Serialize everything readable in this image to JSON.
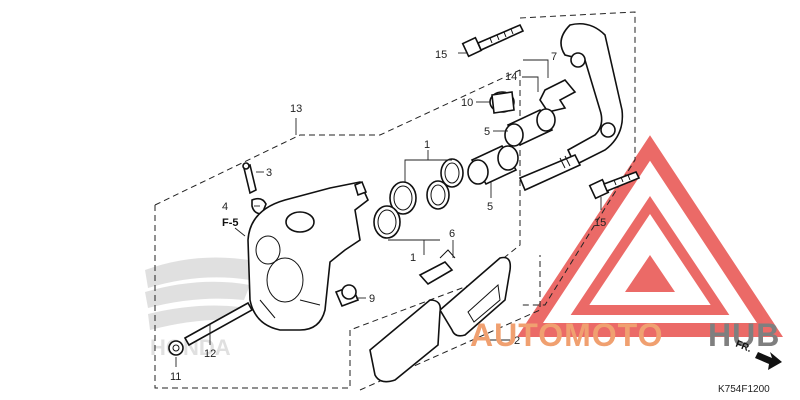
{
  "diagram": {
    "callouts": {
      "c1a": "1",
      "c1b": "1",
      "c2": "2",
      "c3": "3",
      "c4": "4",
      "c5a": "5",
      "c5b": "5",
      "c6": "6",
      "c7": "7",
      "c9": "9",
      "c10": "10",
      "c11": "11",
      "c12": "12",
      "c13": "13",
      "c14": "14",
      "c15a": "15",
      "c15b": "15"
    },
    "reference": "F-5",
    "direction": "FR.",
    "drawing_code": "K754F1200"
  },
  "watermark": {
    "brand_left": "AUTOMOTO",
    "brand_right": "HUB",
    "accent_color": "#e53935",
    "logo_text": "HONDA"
  }
}
